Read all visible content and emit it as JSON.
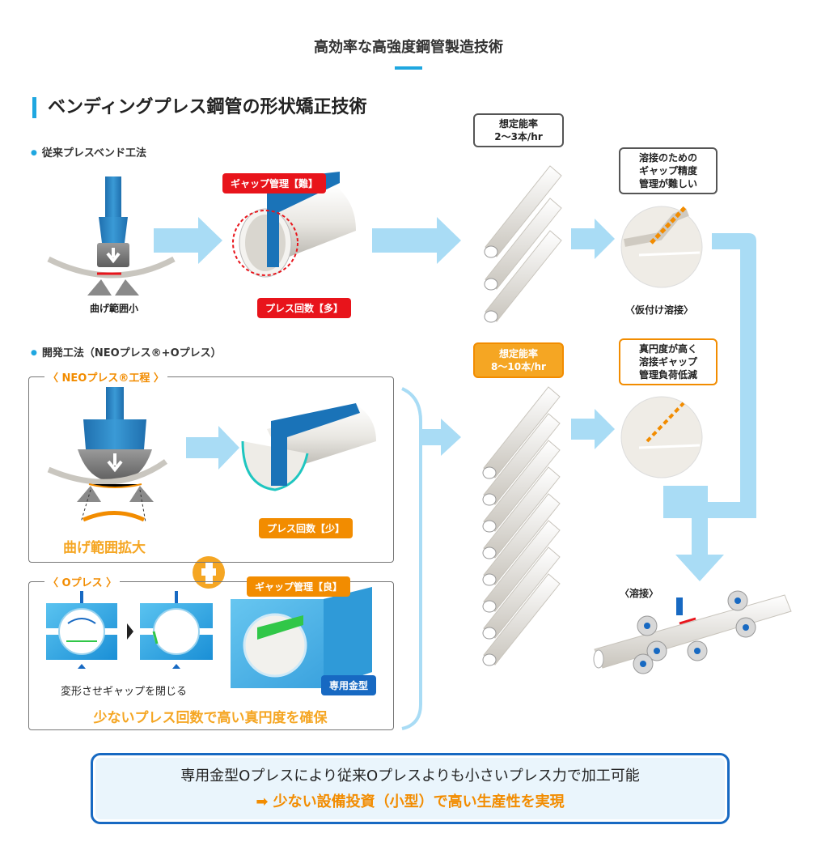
{
  "page_title": "高効率な高強度鋼管製造技術",
  "section_title": "ベンディングプレス鋼管の形状矯正技術",
  "conventional": {
    "heading": "従来プレスベンド工法",
    "bend_label": "曲げ範囲小",
    "gap_callout": "ギャップ管理【難】",
    "press_callout": "プレス回数【多】",
    "capacity_bubble": "想定能率\n2〜3本/hr",
    "weld_bubble": "溶接のための\nギャップ精度\n管理が難しい",
    "tack_label": "〈仮付け溶接〉"
  },
  "developed": {
    "heading": "開発工法（NEOプレス®+Oプレス）",
    "neo_frame_label": "〈 NEOプレス®工程 〉",
    "bend_label": "曲げ範囲拡大",
    "press_callout": "プレス回数【少】",
    "capacity_bubble": "想定能率\n8〜10本/hr",
    "weld_bubble": "真円度が高く\n溶接ギャップ\n管理負荷低減",
    "opress_frame_label": "〈 Oプレス 〉",
    "gap_callout": "ギャップ管理【良】",
    "die_callout": "専用金型",
    "deform_label": "変形させギャップを閉じる",
    "result_label": "少ないプレス回数で高い真円度を確保",
    "plus_symbol": "+"
  },
  "weld_label": "〈溶接〉",
  "bottom": {
    "line1": "専用金型Oプレスにより従来Oプレスよりも小さいプレス力で加工可能",
    "line2": "➡ 少ない設備投資（小型）で高い生産性を実現"
  },
  "colors": {
    "accent_blue": "#1fa7e0",
    "arrow_blue": "#a9dcf5",
    "red": "#e8141b",
    "orange": "#f28c00",
    "dark_blue": "#1769c2",
    "press_blue": "#1a73b8"
  }
}
